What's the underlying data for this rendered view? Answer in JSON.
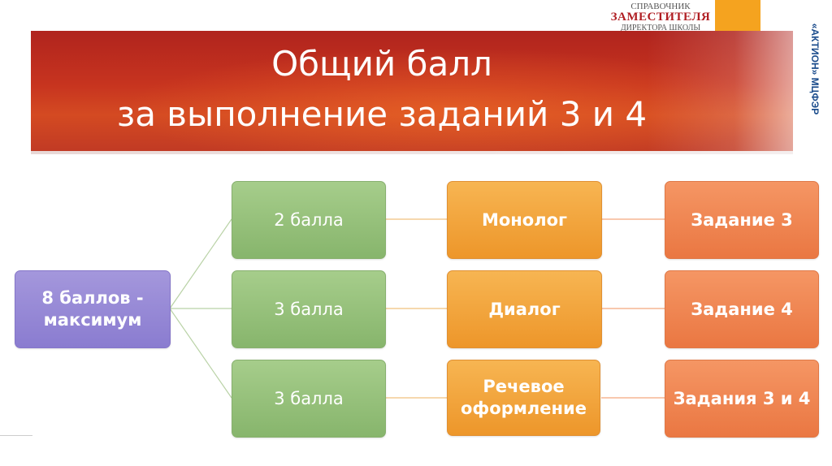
{
  "header": {
    "title_line1": "Общий балл",
    "title_line2": "за выполнение заданий 3 и 4",
    "banner_color": "#c7341f"
  },
  "logo": {
    "line1": "СПРАВОЧНИК",
    "line2": "ЗАМЕСТИТЕЛЯ",
    "line3": "ДИРЕКТОРА ШКОЛЫ",
    "side_brand": "«АКТИОН» МЦФЭР",
    "accent_color": "#f5a31f"
  },
  "diagram": {
    "root": {
      "label": "8 баллов - максимум",
      "color": "#8a7cd0"
    },
    "rows": [
      {
        "points": "2 балла",
        "criterion": "Монолог",
        "task": "Задание 3"
      },
      {
        "points": "3 балла",
        "criterion": "Диалог",
        "task": "Задание 4"
      },
      {
        "points": "3 балла",
        "criterion": "Речевое оформление",
        "task": "Задания 3 и 4"
      }
    ],
    "colors": {
      "points": "#87b56c",
      "criterion": "#ed962a",
      "task": "#ea7742"
    }
  }
}
